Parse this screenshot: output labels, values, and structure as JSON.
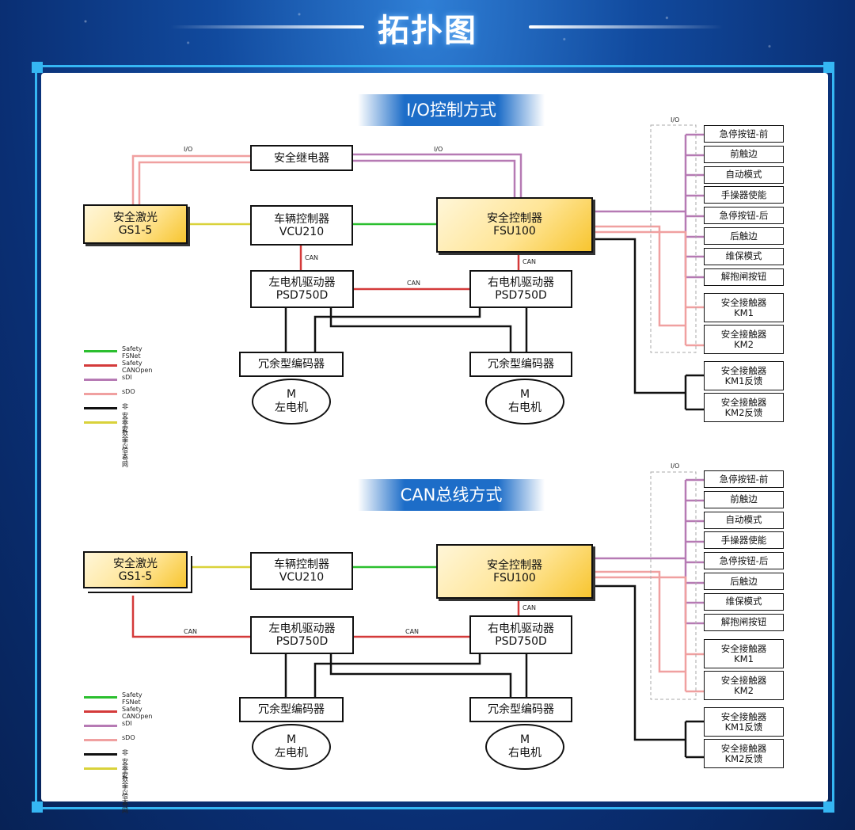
{
  "page": {
    "title": "拓扑图"
  },
  "colors": {
    "safety_fsnet": "#2bbf2f",
    "safety_canopen": "#d43a3a",
    "sdi": "#b67ab4",
    "sdo": "#f0a0a0",
    "non_safety_digital": "#111111",
    "non_safety_ethernet": "#d9d23a"
  },
  "sections": [
    {
      "title": "I/O控制方式",
      "io_label": "I/O",
      "labels": {
        "io_left": "I/O",
        "io_right": "I/O",
        "can_vcu": "CAN",
        "can_fsu": "CAN",
        "can_mid": "CAN"
      },
      "boxes": {
        "relay": "安全继电器",
        "laser_name": "安全激光",
        "laser_model": "GS1-5",
        "vcu_name": "车辆控制器",
        "vcu_model": "VCU210",
        "fsu_name": "安全控制器",
        "fsu_model": "FSU100",
        "left_drive_name": "左电机驱动器",
        "left_drive_model": "PSD750D",
        "right_drive_name": "右电机驱动器",
        "right_drive_model": "PSD750D",
        "left_encoder": "冗余型编码器",
        "right_encoder": "冗余型编码器",
        "left_motor_m": "M",
        "left_motor_name": "左电机",
        "right_motor_m": "M",
        "right_motor_name": "右电机"
      },
      "inputs": [
        "急停按钮-前",
        "前触边",
        "自动模式",
        "手操器使能",
        "急停按钮-后",
        "后触边",
        "维保模式",
        "解抱闸按钮"
      ],
      "outputs": [
        [
          "安全接触器",
          "KM1"
        ],
        [
          "安全接触器",
          "KM2"
        ]
      ],
      "feedback": [
        [
          "安全接触器",
          "KM1反馈"
        ],
        [
          "安全接触器",
          "KM2反馈"
        ]
      ]
    },
    {
      "title": "CAN总线方式",
      "io_label": "I/O",
      "labels": {
        "can_laser": "CAN",
        "can_fsu": "CAN",
        "can_mid": "CAN"
      },
      "boxes": {
        "laser_name": "安全激光",
        "laser_model": "GS1-5",
        "vcu_name": "车辆控制器",
        "vcu_model": "VCU210",
        "fsu_name": "安全控制器",
        "fsu_model": "FSU100",
        "left_drive_name": "左电机驱动器",
        "left_drive_model": "PSD750D",
        "right_drive_name": "右电机驱动器",
        "right_drive_model": "PSD750D",
        "left_encoder": "冗余型编码器",
        "right_encoder": "冗余型编码器",
        "left_motor_m": "M",
        "left_motor_name": "左电机",
        "right_motor_m": "M",
        "right_motor_name": "右电机"
      },
      "inputs": [
        "急停按钮-前",
        "前触边",
        "自动模式",
        "手操器使能",
        "急停按钮-后",
        "后触边",
        "维保模式",
        "解抱闸按钮"
      ],
      "outputs": [
        [
          "安全接触器",
          "KM1"
        ],
        [
          "安全接触器",
          "KM2"
        ]
      ],
      "feedback": [
        [
          "安全接触器",
          "KM1反馈"
        ],
        [
          "安全接触器",
          "KM2反馈"
        ]
      ]
    }
  ],
  "legend": [
    {
      "label": "Safety FSNet",
      "color": "#2bbf2f"
    },
    {
      "label": "Safety CANOpen",
      "color": "#d43a3a"
    },
    {
      "label": "sDI",
      "color": "#b67ab4"
    },
    {
      "label": "sDO",
      "color": "#f0a0a0"
    },
    {
      "label": "非安全数字信号",
      "color": "#111111"
    },
    {
      "label": "非安全以太网",
      "color": "#d9d23a"
    }
  ]
}
